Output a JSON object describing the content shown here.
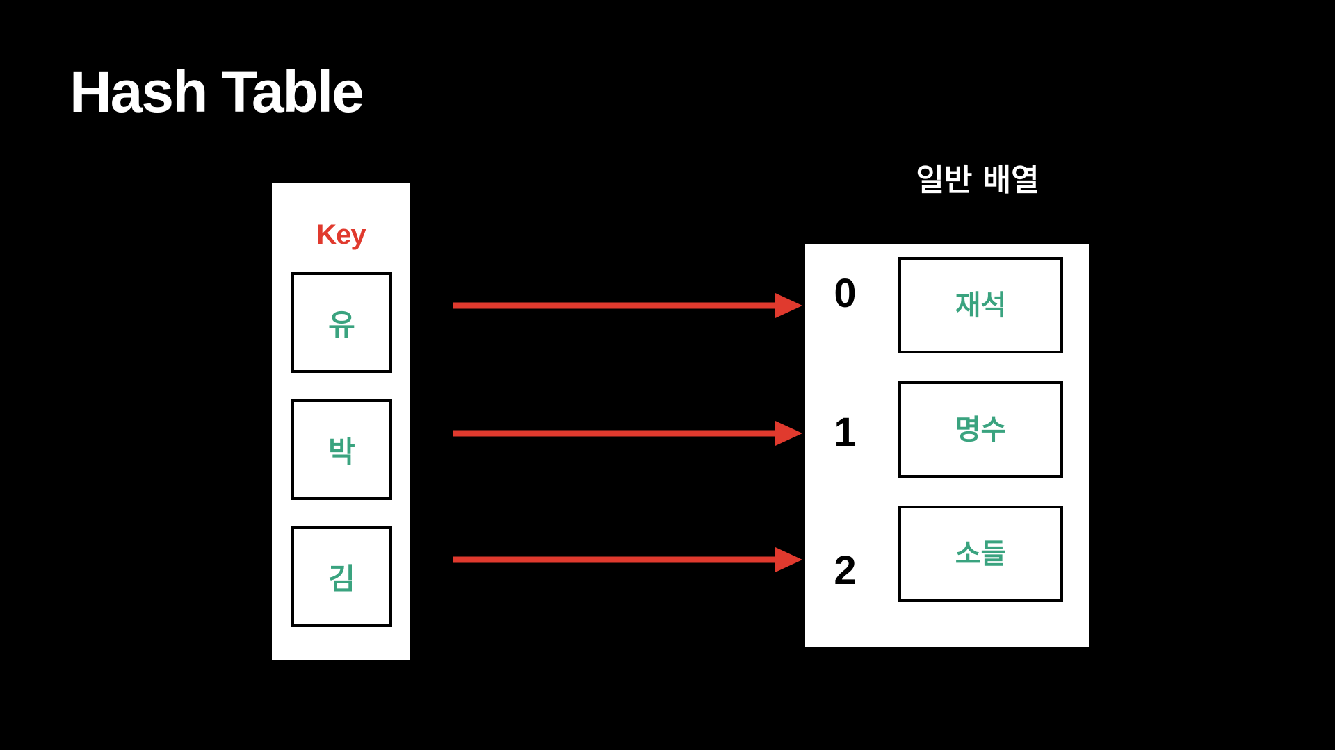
{
  "title": "Hash Table",
  "colors": {
    "background": "#000000",
    "panel": "#ffffff",
    "key_heading": "#e03a2e",
    "entry_text": "#3aa37f",
    "arrow": "#e03a2e"
  },
  "key_panel": {
    "heading": "Key",
    "keys": [
      "유",
      "박",
      "김"
    ]
  },
  "array_panel": {
    "caption": "일반 배열",
    "slots": [
      {
        "index": "0",
        "value": "재석"
      },
      {
        "index": "1",
        "value": "명수"
      },
      {
        "index": "2",
        "value": "소들"
      }
    ]
  },
  "mappings": [
    {
      "from": "유",
      "to_index": "0"
    },
    {
      "from": "박",
      "to_index": "1"
    },
    {
      "from": "김",
      "to_index": "2"
    }
  ]
}
